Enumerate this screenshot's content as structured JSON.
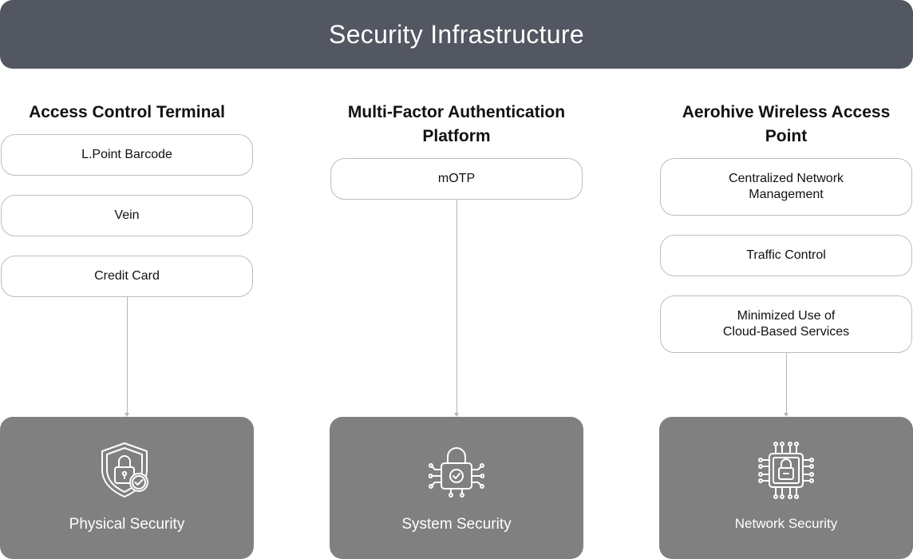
{
  "header": {
    "title": "Security Infrastructure"
  },
  "columns": [
    {
      "title": "Access Control Terminal",
      "items": [
        "L.Point Barcode",
        "Vein",
        "Credit Card"
      ],
      "footer": {
        "label": "Physical Security",
        "icon": "shield-lock-check-icon"
      }
    },
    {
      "title": "Multi-Factor Authentication Platform",
      "items": [
        "mOTP"
      ],
      "footer": {
        "label": "System Security",
        "icon": "circuit-padlock-icon"
      }
    },
    {
      "title": "Aerohive Wireless Access Point",
      "items": [
        "Centralized Network\nManagement",
        "Traffic Control",
        "Minimized Use of\nCloud-Based Services"
      ],
      "footer": {
        "label": "Network Security",
        "icon": "chip-lock-icon"
      }
    }
  ],
  "colors": {
    "header_bg": "#535762",
    "card_bg": "#808080",
    "connector": "#b5b5b5"
  }
}
